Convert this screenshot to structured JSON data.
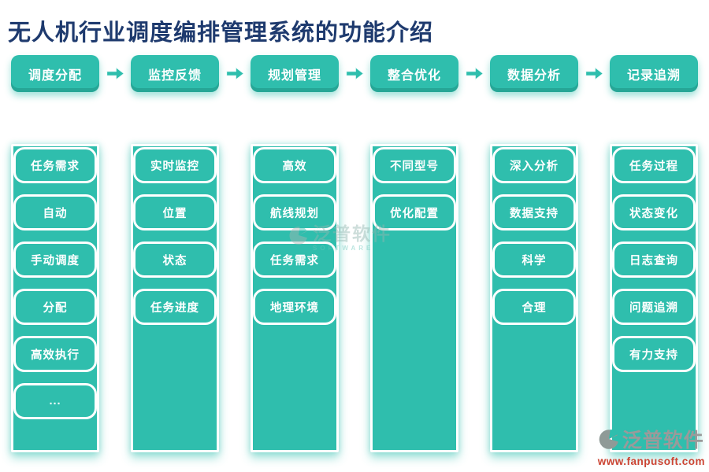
{
  "title": "无人机行业调度编排管理系统的功能介绍",
  "flow": {
    "steps": [
      {
        "label": "调度分配",
        "items": [
          "任务需求",
          "自动",
          "手动调度",
          "分配",
          "高效执行",
          "..."
        ]
      },
      {
        "label": "监控反馈",
        "items": [
          "实时监控",
          "位置",
          "状态",
          "任务进度"
        ]
      },
      {
        "label": "规划管理",
        "items": [
          "高效",
          "航线规划",
          "任务需求",
          "地理环境"
        ]
      },
      {
        "label": "整合优化",
        "items": [
          "不同型号",
          "优化配置"
        ]
      },
      {
        "label": "数据分析",
        "items": [
          "深入分析",
          "数据支持",
          "科学",
          "合理"
        ]
      },
      {
        "label": "记录追溯",
        "items": [
          "任务过程",
          "状态变化",
          "日志查询",
          "问题追溯",
          "有力支持"
        ]
      }
    ]
  },
  "watermark": {
    "brand": "泛普软件",
    "subtitle": "SOFTWARE"
  },
  "brand": {
    "name": "泛普软件",
    "url": "www.fanpusoft.com"
  },
  "colors": {
    "teal": "#2fbead",
    "teal_dark_edge": "#1ba493",
    "title_navy": "#1e3a6e",
    "brand_gray": "#9a9a9a",
    "url_red": "#cc4433"
  }
}
